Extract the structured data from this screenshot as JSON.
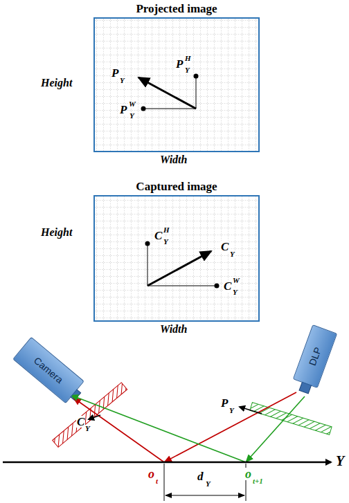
{
  "diagram": {
    "nodes": [
      {
        "text": [
          "Projected image"
        ]
      },
      {
        "text": [
          "Captured image"
        ]
      },
      {
        "text": [
          "Camera"
        ]
      },
      {
        "text": [
          "DLP"
        ]
      }
    ],
    "labels": [
      "Height",
      "Width",
      "Height",
      "Width",
      "P",
      "Y",
      "P",
      "H",
      "Y",
      "P",
      "W",
      "Y",
      "C",
      "H",
      "Y",
      "C",
      "Y",
      "C",
      "W",
      "Y",
      "C",
      "Y",
      "P",
      "Y",
      "o",
      "t",
      "o",
      "t+1",
      "d",
      "Y",
      "Y"
    ]
  }
}
